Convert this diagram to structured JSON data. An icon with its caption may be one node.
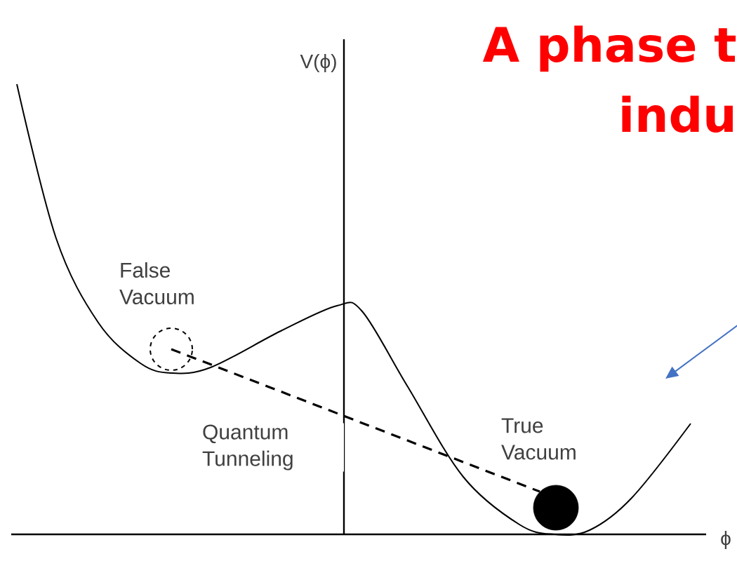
{
  "diagram": {
    "title": "A phase t indu",
    "nodes": [
      {
        "text": [],
        "shape": "circle",
        "beside": [
          "False Vacuum"
        ]
      },
      {
        "text": [],
        "shape": "circle",
        "beside": [
          "True Vacuum"
        ]
      }
    ],
    "edges": [
      {
        "from": 0,
        "to": 1,
        "arrow": "none",
        "style": "dashed",
        "label": "Quantum Tunneling"
      }
    ],
    "labels": [
      "V(ϕ)",
      "ϕ"
    ]
  }
}
